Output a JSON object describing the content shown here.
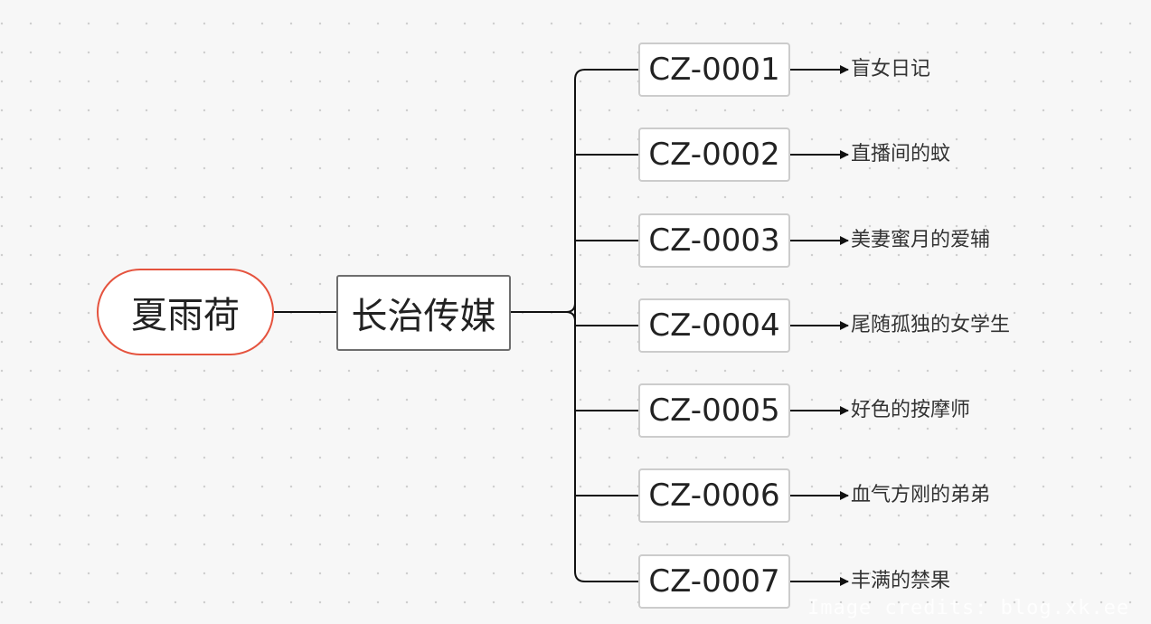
{
  "root": {
    "label": "夏雨荷"
  },
  "company": {
    "label": "长治传媒"
  },
  "items": [
    {
      "code": "CZ-0001",
      "title": "盲女日记"
    },
    {
      "code": "CZ-0002",
      "title": "直播间的蚊"
    },
    {
      "code": "CZ-0003",
      "title": "美妻蜜月的爱辅"
    },
    {
      "code": "CZ-0004",
      "title": "尾随孤独的女学生"
    },
    {
      "code": "CZ-0005",
      "title": "好色的按摩师"
    },
    {
      "code": "CZ-0006",
      "title": "血气方刚的弟弟"
    },
    {
      "code": "CZ-0007",
      "title": "丰满的禁果"
    }
  ],
  "watermark": {
    "text": "Image credits: blog.xk.ee"
  },
  "colors": {
    "root_border": "#e5533e",
    "line": "#111111",
    "code_border": "#cccccc",
    "background": "#f7f7f7"
  }
}
